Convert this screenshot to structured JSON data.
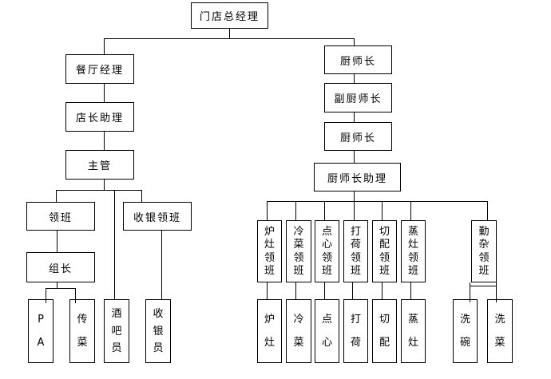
{
  "diagram": {
    "type": "org-chart",
    "background_color": "#ffffff",
    "line_color": "#000000",
    "box_border_color": "#000000",
    "nodes": {
      "general_manager": "门店总经理",
      "restaurant_manager": "餐厅经理",
      "store_assistant": "店长助理",
      "supervisor": "主管",
      "foreman": "领班",
      "cashier_foreman": "收银领班",
      "group_leader": "组长",
      "pa": "PA",
      "food_runner": "传菜",
      "bartender": "酒吧员",
      "cashier": "收银员",
      "head_chef": "厨师长",
      "deputy_head_chef": "副厨师长",
      "head_chef_2": "厨师长",
      "chef_assistant": "厨师长助理",
      "stove_foreman": "炉灶领班",
      "cold_dish_foreman": "冷菜领班",
      "dimsum_foreman": "点心领班",
      "dahe_foreman": "打荷领班",
      "cutting_foreman": "切配领班",
      "steamer_foreman": "蒸灶领班",
      "utility_foreman": "勤杂领班",
      "stove": "炉灶",
      "cold_dish": "冷菜",
      "dimsum": "点心",
      "dahe": "打荷",
      "cutting": "切配",
      "steamer": "蒸灶",
      "dish_washing": "洗碗",
      "veg_washing": "洗菜"
    },
    "edges": [
      [
        "general_manager",
        "restaurant_manager"
      ],
      [
        "general_manager",
        "head_chef"
      ],
      [
        "restaurant_manager",
        "store_assistant"
      ],
      [
        "store_assistant",
        "supervisor"
      ],
      [
        "supervisor",
        "foreman"
      ],
      [
        "supervisor",
        "bartender"
      ],
      [
        "supervisor",
        "cashier_foreman"
      ],
      [
        "foreman",
        "group_leader"
      ],
      [
        "group_leader",
        "pa"
      ],
      [
        "group_leader",
        "food_runner"
      ],
      [
        "cashier_foreman",
        "cashier"
      ],
      [
        "head_chef",
        "deputy_head_chef"
      ],
      [
        "deputy_head_chef",
        "head_chef_2"
      ],
      [
        "head_chef_2",
        "chef_assistant"
      ],
      [
        "chef_assistant",
        "stove_foreman"
      ],
      [
        "chef_assistant",
        "cold_dish_foreman"
      ],
      [
        "chef_assistant",
        "dimsum_foreman"
      ],
      [
        "chef_assistant",
        "dahe_foreman"
      ],
      [
        "chef_assistant",
        "cutting_foreman"
      ],
      [
        "chef_assistant",
        "steamer_foreman"
      ],
      [
        "chef_assistant",
        "utility_foreman"
      ],
      [
        "stove_foreman",
        "stove"
      ],
      [
        "cold_dish_foreman",
        "cold_dish"
      ],
      [
        "dimsum_foreman",
        "dimsum"
      ],
      [
        "dahe_foreman",
        "dahe"
      ],
      [
        "cutting_foreman",
        "cutting"
      ],
      [
        "steamer_foreman",
        "steamer"
      ],
      [
        "utility_foreman",
        "dish_washing"
      ],
      [
        "utility_foreman",
        "veg_washing"
      ]
    ]
  }
}
